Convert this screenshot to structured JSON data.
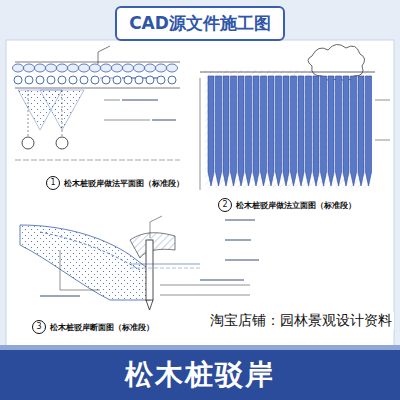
{
  "diagram": {
    "title": "松木桩驳岸",
    "nodes": [
      {
        "text": [
          "CAD源文件施工图"
        ]
      },
      {
        "text": [
          "1",
          "松木桩驳岸做法平面图（标准段）"
        ]
      },
      {
        "text": [
          "2",
          "松木桩驳岸做法立面图（标准段）"
        ]
      },
      {
        "text": [
          "3",
          "松木桩驳岸断面图（标准段）"
        ]
      }
    ],
    "labels": [
      "淘宝店铺：园林景观设计资料"
    ]
  }
}
